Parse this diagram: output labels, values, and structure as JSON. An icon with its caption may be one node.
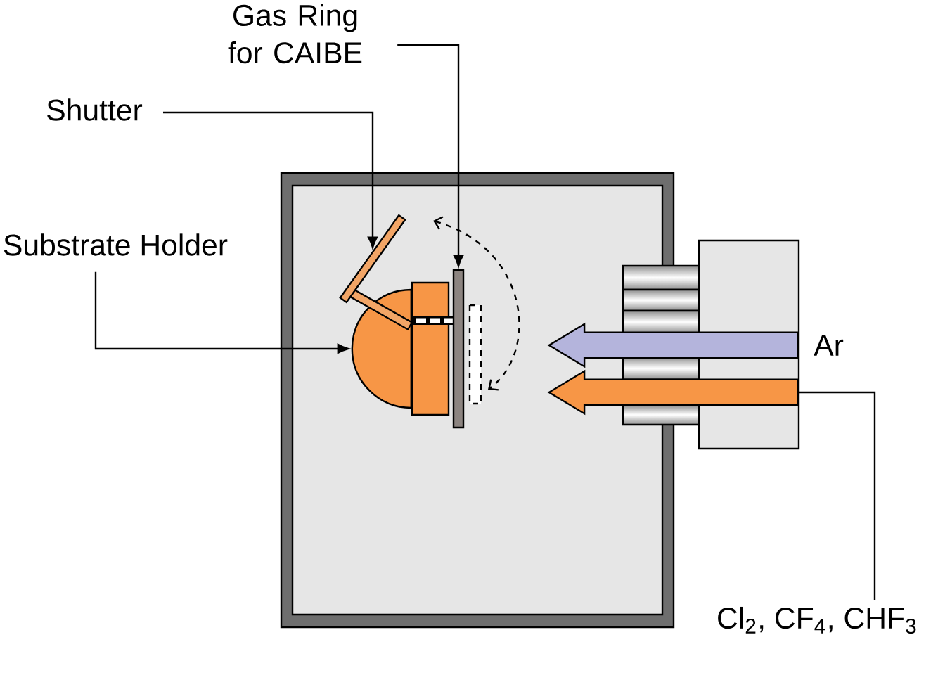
{
  "diagram": {
    "nodes": [
      {
        "text": [
          "Gas Ring for CAIBE"
        ]
      },
      {
        "text": [
          "Shutter"
        ]
      },
      {
        "text": [
          "Substrate Holder"
        ]
      },
      {
        "text": [],
        "shape": "bar"
      },
      {
        "text": [],
        "shape": "bar"
      },
      {
        "text": [],
        "shape": "semicircle"
      },
      {
        "text": [],
        "shape": "arrow",
        "beside": [
          "Ar"
        ]
      },
      {
        "text": [],
        "shape": "arrow"
      },
      {
        "text": [
          "Cl$_{2}$, CF$_{4}$, CHF$_{3}$"
        ]
      }
    ],
    "edges": [
      {
        "from": 0,
        "to": 4,
        "arrow": "to"
      },
      {
        "from": 1,
        "to": 3,
        "arrow": "to"
      },
      {
        "from": 2,
        "to": 5,
        "arrow": "to"
      },
      {
        "from": 8,
        "to": 7,
        "arrow": "none"
      }
    ]
  }
}
